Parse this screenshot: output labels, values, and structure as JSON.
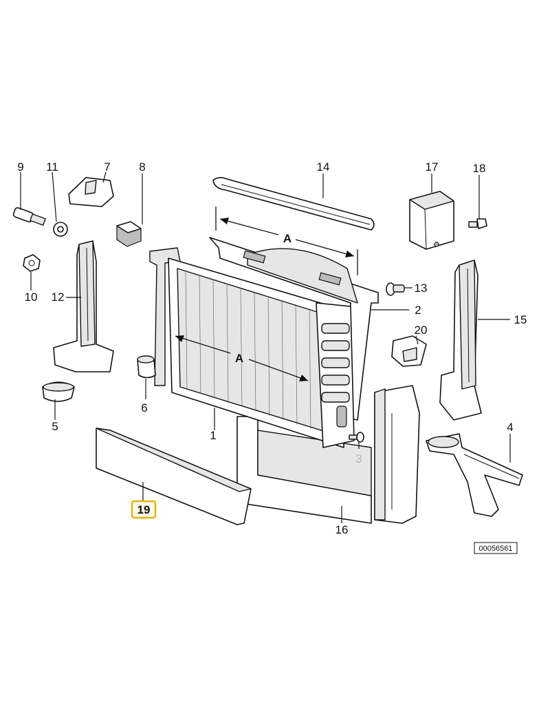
{
  "callouts": {
    "c1": "1",
    "c2": "2",
    "c3": "3",
    "c4": "4",
    "c5": "5",
    "c6": "6",
    "c7": "7",
    "c8": "8",
    "c9": "9",
    "c10": "10",
    "c11": "11",
    "c12": "12",
    "c13": "13",
    "c14": "14",
    "c15": "15",
    "c16": "16",
    "c17": "17",
    "c18": "18",
    "c19": "19",
    "c20": "20"
  },
  "dimensions": {
    "top": "A",
    "middle": "A"
  },
  "reference_number": "00056561",
  "highlight_color": "#e3b21a",
  "faded_callout": "3"
}
